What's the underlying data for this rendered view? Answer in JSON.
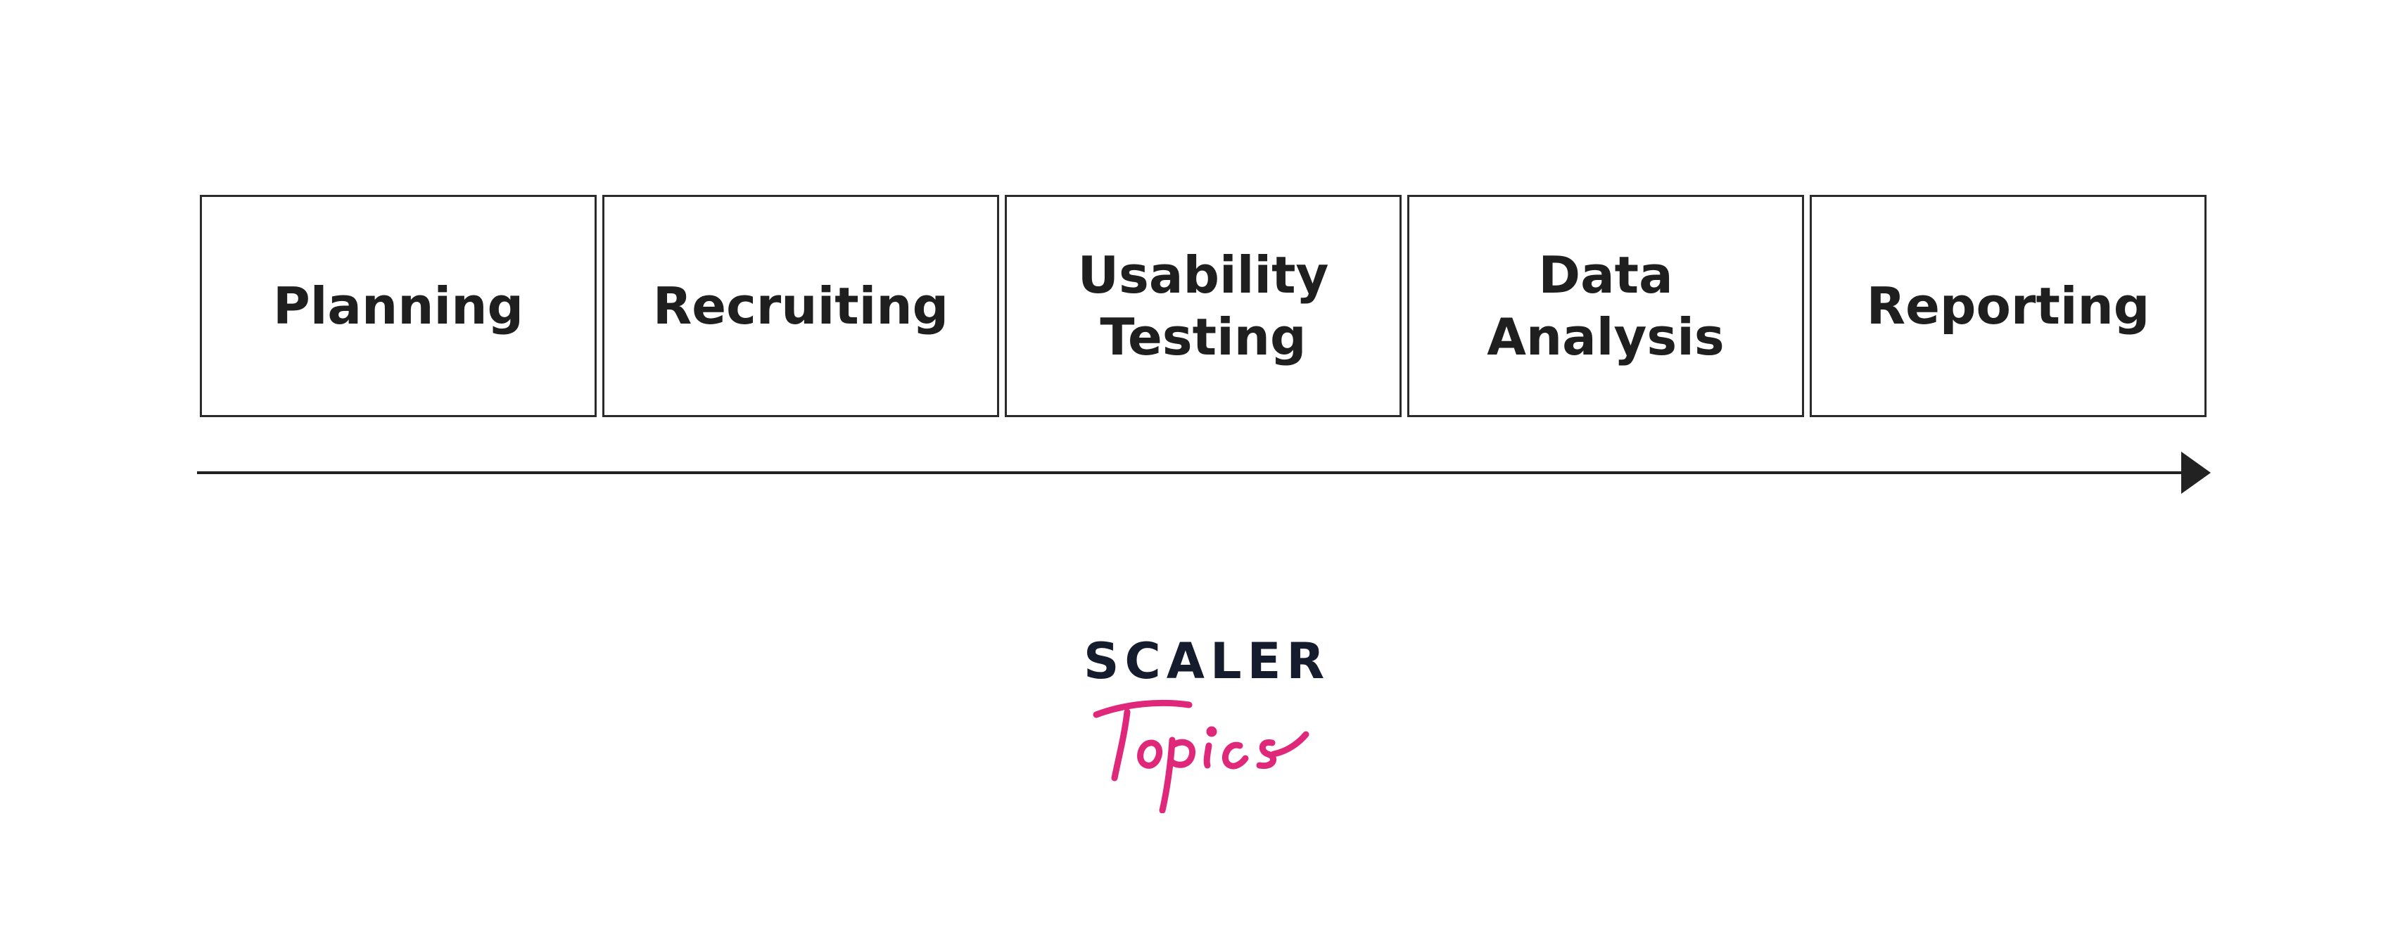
{
  "steps": [
    {
      "lines": [
        "Planning"
      ]
    },
    {
      "lines": [
        "Recruiting"
      ]
    },
    {
      "lines": [
        "Usability",
        "Testing"
      ]
    },
    {
      "lines": [
        "Data",
        "Analysis"
      ]
    },
    {
      "lines": [
        "Reporting"
      ]
    }
  ],
  "logo": {
    "brand": "SCALER",
    "sub": "Topics"
  },
  "colors": {
    "box_border": "#2b2b2b",
    "text": "#1f1f1f",
    "arrow": "#222222",
    "logo_dark": "#141c2e",
    "logo_accent": "#e0287a"
  }
}
